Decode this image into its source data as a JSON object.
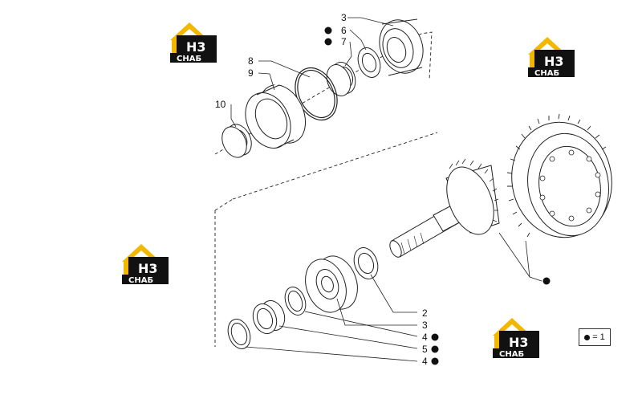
{
  "callouts": {
    "c3_top": "3",
    "c6": "6",
    "c7": "7",
    "c8": "8",
    "c9": "9",
    "c10": "10",
    "c2": "2",
    "c3_bottom": "3",
    "c4_a": "4",
    "c5": "5",
    "c4_b": "4"
  },
  "legend": {
    "text": "= 1"
  },
  "logo": {
    "mark": "H3",
    "caption": "СНАБ",
    "colors": {
      "roof": "#f2b800",
      "box": "#111111",
      "text": "#ffffff"
    }
  }
}
